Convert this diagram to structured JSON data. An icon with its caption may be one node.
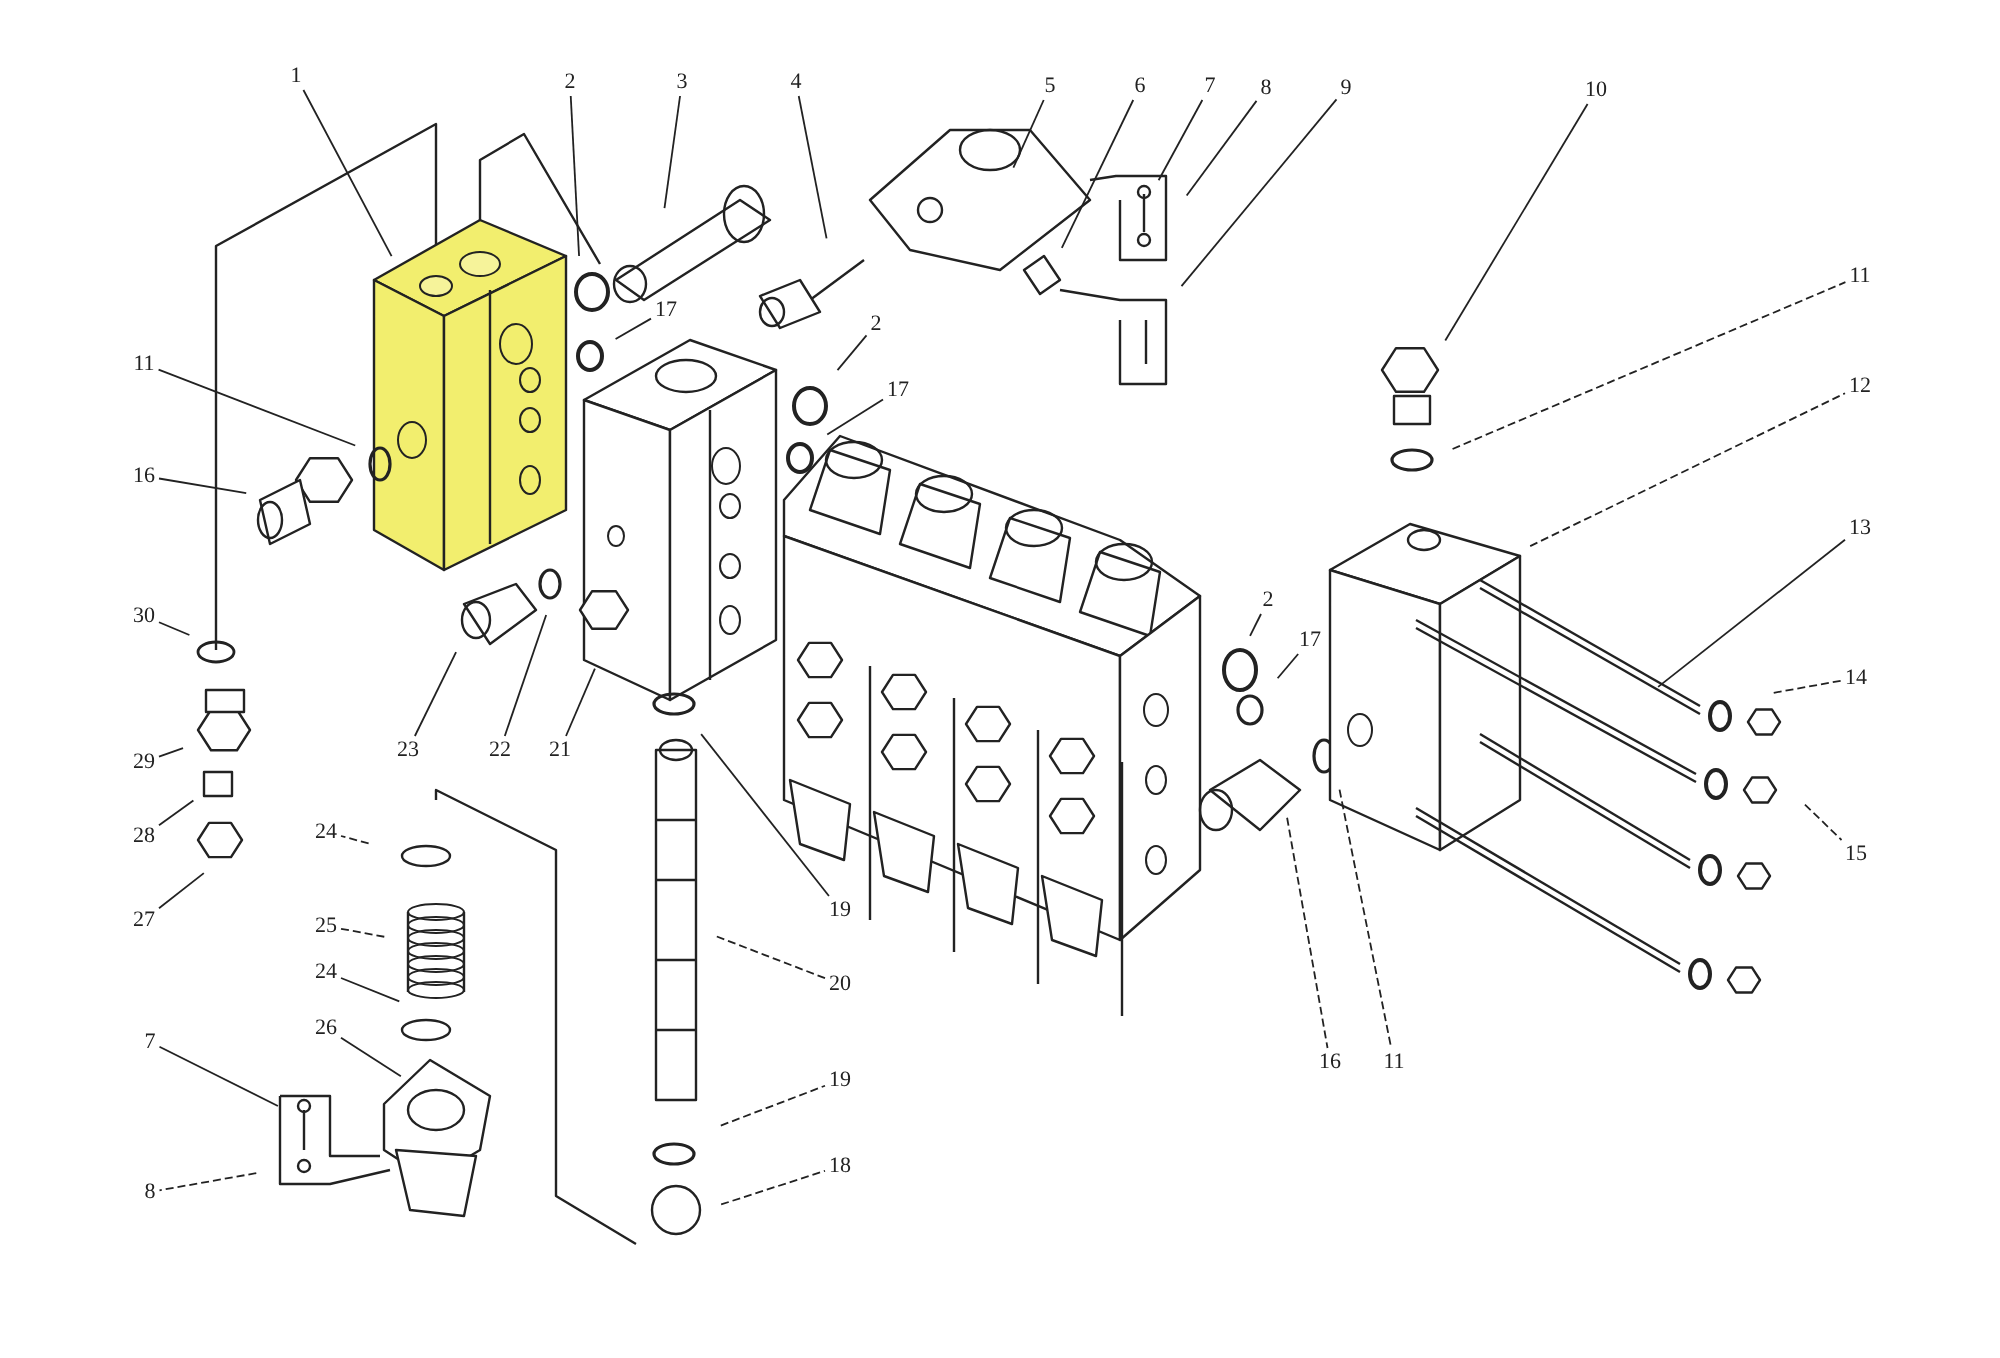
{
  "diagram": {
    "nodes": [
      {
        "text": [
          "1"
        ]
      },
      {
        "text": [
          "2"
        ]
      },
      {
        "text": [
          "3"
        ]
      },
      {
        "text": [
          "4"
        ]
      },
      {
        "text": [
          "5"
        ]
      },
      {
        "text": [
          "6"
        ]
      },
      {
        "text": [
          "7"
        ]
      },
      {
        "text": [
          "8"
        ]
      },
      {
        "text": [
          "9"
        ]
      },
      {
        "text": [
          "10"
        ]
      },
      {
        "text": [
          "11"
        ]
      },
      {
        "text": [
          "12"
        ]
      },
      {
        "text": [
          "13"
        ]
      },
      {
        "text": [
          "14"
        ]
      },
      {
        "text": [
          "15"
        ]
      },
      {
        "text": [
          "17"
        ]
      },
      {
        "text": [
          "11"
        ]
      },
      {
        "text": [
          "16"
        ]
      },
      {
        "text": [
          "2"
        ]
      },
      {
        "text": [
          "17"
        ]
      },
      {
        "text": [
          "30"
        ]
      },
      {
        "text": [
          "23"
        ]
      },
      {
        "text": [
          "22"
        ]
      },
      {
        "text": [
          "21"
        ]
      },
      {
        "text": [
          "29"
        ]
      },
      {
        "text": [
          "28"
        ]
      },
      {
        "text": [
          "27"
        ]
      },
      {
        "text": [
          "24"
        ]
      },
      {
        "text": [
          "25"
        ]
      },
      {
        "text": [
          "24"
        ]
      },
      {
        "text": [
          "26"
        ]
      },
      {
        "text": [
          "7"
        ]
      },
      {
        "text": [
          "8"
        ]
      },
      {
        "text": [
          "19"
        ]
      },
      {
        "text": [
          "20"
        ]
      },
      {
        "text": [
          "19"
        ]
      },
      {
        "text": [
          "18"
        ]
      },
      {
        "text": [
          "2"
        ]
      },
      {
        "text": [
          "17"
        ]
      },
      {
        "text": [
          "16"
        ]
      },
      {
        "text": [
          "11"
        ]
      }
    ],
    "edges": [
      {
        "from": 0,
        "to": null,
        "arrow": "none"
      },
      {
        "from": 1,
        "to": null,
        "arrow": "none"
      },
      {
        "from": 2,
        "to": null,
        "arrow": "none"
      },
      {
        "from": 3,
        "to": null,
        "arrow": "none"
      },
      {
        "from": 4,
        "to": null,
        "arrow": "none"
      },
      {
        "from": 5,
        "to": null,
        "arrow": "none"
      },
      {
        "from": 6,
        "to": null,
        "arrow": "none"
      },
      {
        "from": 7,
        "to": null,
        "arrow": "none"
      },
      {
        "from": 8,
        "to": null,
        "arrow": "none"
      },
      {
        "from": 9,
        "to": null,
        "arrow": "none"
      },
      {
        "from": 10,
        "to": null,
        "arrow": "none",
        "style": "dashed"
      },
      {
        "from": 11,
        "to": null,
        "arrow": "none",
        "style": "dashed"
      },
      {
        "from": 12,
        "to": null,
        "arrow": "none"
      },
      {
        "from": 13,
        "to": null,
        "arrow": "none",
        "style": "dashed"
      },
      {
        "from": 14,
        "to": null,
        "arrow": "none",
        "style": "dashed"
      },
      {
        "from": 15,
        "to": null,
        "arrow": "none"
      },
      {
        "from": 16,
        "to": null,
        "arrow": "none"
      },
      {
        "from": 17,
        "to": null,
        "arrow": "none"
      },
      {
        "from": 18,
        "to": null,
        "arrow": "none"
      },
      {
        "from": 19,
        "to": null,
        "arrow": "none"
      },
      {
        "from": 20,
        "to": null,
        "arrow": "none"
      },
      {
        "from": 21,
        "to": null,
        "arrow": "none"
      },
      {
        "from": 22,
        "to": null,
        "arrow": "none"
      },
      {
        "from": 23,
        "to": null,
        "arrow": "none"
      },
      {
        "from": 24,
        "to": null,
        "arrow": "none"
      },
      {
        "from": 25,
        "to": null,
        "arrow": "none"
      },
      {
        "from": 26,
        "to": null,
        "arrow": "none"
      },
      {
        "from": 27,
        "to": null,
        "arrow": "none",
        "style": "dashed"
      },
      {
        "from": 28,
        "to": null,
        "arrow": "none",
        "style": "dashed"
      },
      {
        "from": 29,
        "to": null,
        "arrow": "none"
      },
      {
        "from": 30,
        "to": null,
        "arrow": "none"
      },
      {
        "from": 31,
        "to": null,
        "arrow": "none"
      },
      {
        "from": 32,
        "to": null,
        "arrow": "none",
        "style": "dashed"
      },
      {
        "from": 33,
        "to": null,
        "arrow": "none"
      },
      {
        "from": 34,
        "to": null,
        "arrow": "none",
        "style": "dashed"
      },
      {
        "from": 35,
        "to": null,
        "arrow": "none",
        "style": "dashed"
      },
      {
        "from": 36,
        "to": null,
        "arrow": "none",
        "style": "dashed"
      },
      {
        "from": 37,
        "to": null,
        "arrow": "none"
      },
      {
        "from": 38,
        "to": null,
        "arrow": "none"
      },
      {
        "from": 39,
        "to": null,
        "arrow": "none",
        "style": "dashed"
      },
      {
        "from": 40,
        "to": null,
        "arrow": "none",
        "style": "dashed"
      }
    ]
  }
}
